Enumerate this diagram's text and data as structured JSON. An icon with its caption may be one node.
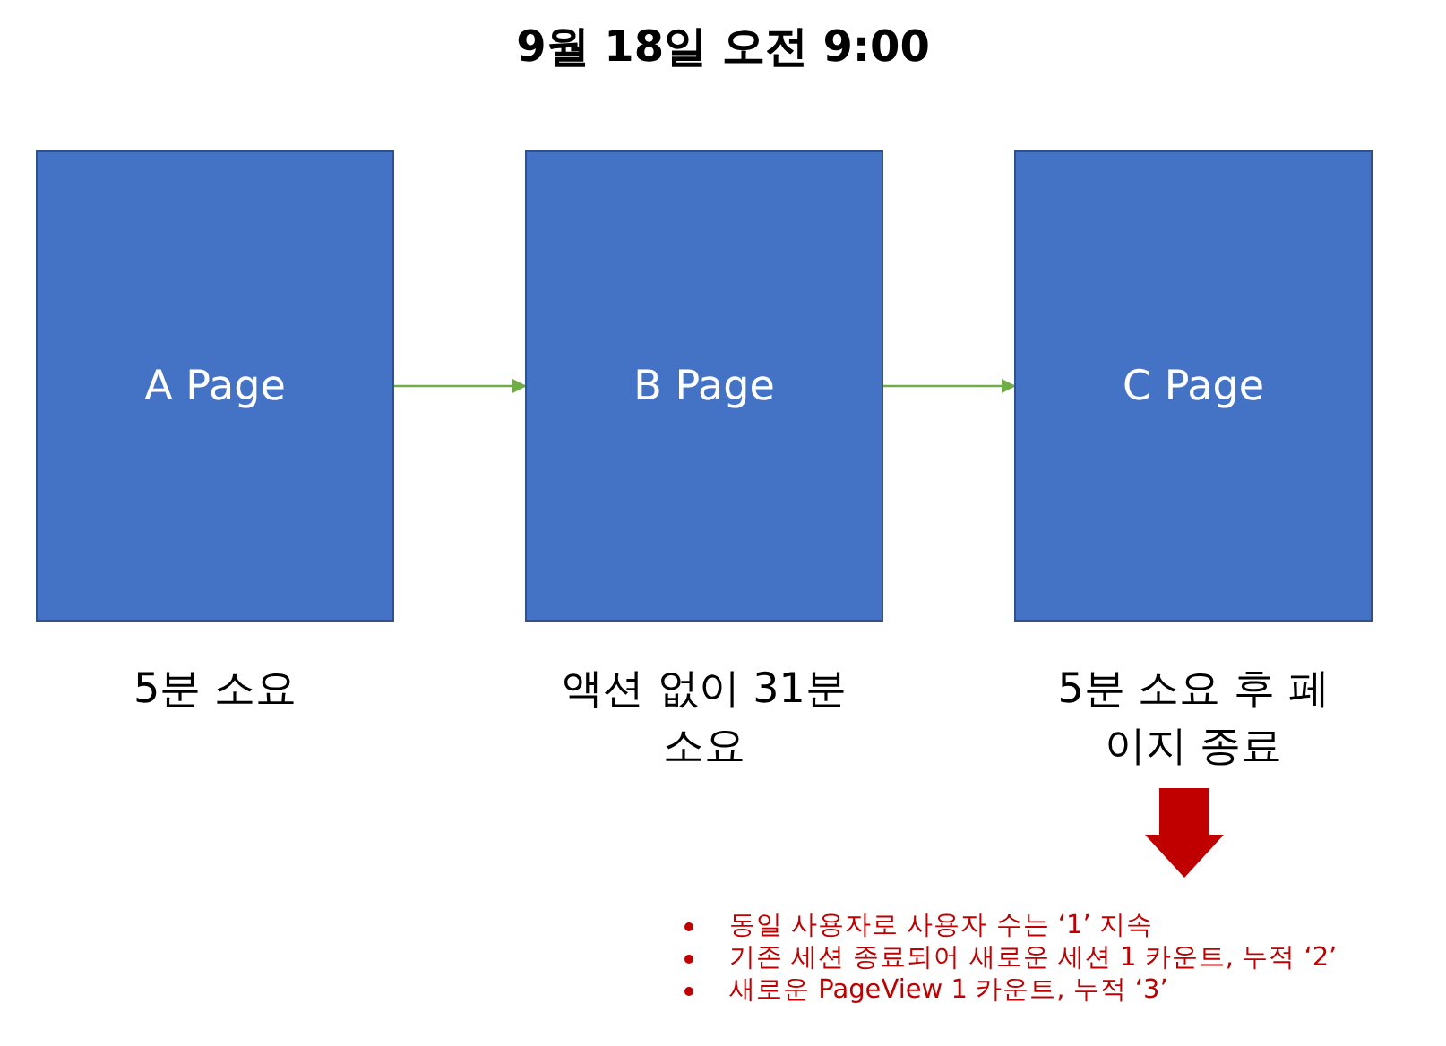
{
  "diagram": {
    "title": "9월 18일 오전 9:00",
    "nodes": [
      {
        "text": [
          "A Page"
        ],
        "beside": [
          "5분 소요"
        ]
      },
      {
        "text": [
          "B Page"
        ],
        "beside": [
          "액션 없이 31분 소요"
        ]
      },
      {
        "text": [
          "C Page"
        ],
        "beside": [
          "5분 소요 후 페이지 종료"
        ]
      },
      {
        "text": [
          "동일 사용자로 사용자 수는 ‘1’ 지속",
          "기존 세션 종료되어 새로운 세션 1 카운트, 누적 ‘2’",
          "새로운 PageView 1 카운트, 누적 ‘3’"
        ]
      }
    ],
    "edges": [
      {
        "from": 0,
        "to": 1,
        "arrow": "to"
      },
      {
        "from": 1,
        "to": 2,
        "arrow": "to"
      },
      {
        "from": 2,
        "to": 3,
        "arrow": "to",
        "style": "thick",
        "color": "#c00000"
      }
    ]
  }
}
